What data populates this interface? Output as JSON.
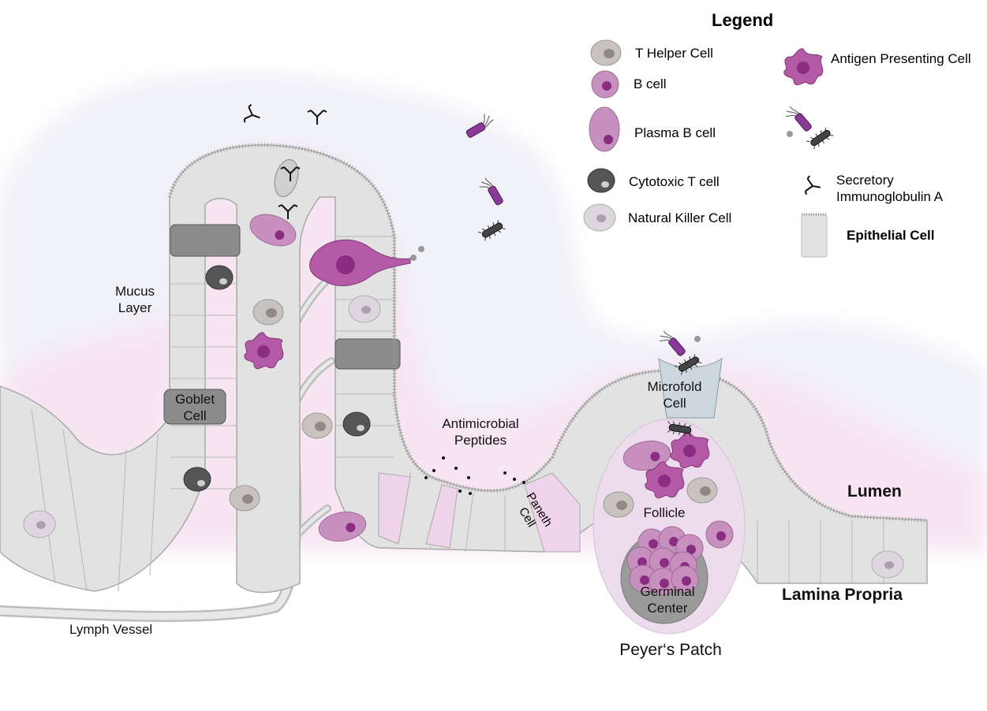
{
  "legend": {
    "title": "Legend",
    "items": [
      {
        "label": "T Helper Cell",
        "icon": "t-helper-cell-icon"
      },
      {
        "label": "B cell",
        "icon": "b-cell-icon"
      },
      {
        "label": "Plasma B cell",
        "icon": "plasma-b-cell-icon"
      },
      {
        "label": "Cytotoxic T cell",
        "icon": "cytotoxic-t-cell-icon"
      },
      {
        "label": "Natural Killer Cell",
        "icon": "natural-killer-cell-icon"
      },
      {
        "label": "Antigen Presenting Cell",
        "icon": "antigen-presenting-cell-icon"
      },
      {
        "label": "",
        "icon": "bacteria-antigen-icon"
      },
      {
        "label": "Secretory Immunoglobulin A",
        "icon": "secretory-iga-icon"
      },
      {
        "label": "Epithelial Cell",
        "icon": "epithelial-cell-icon"
      }
    ]
  },
  "labels": {
    "mucus_line1": "Mucus",
    "mucus_line2": "Layer",
    "goblet_line1": "Goblet",
    "goblet_line2": "Cell",
    "antimicrobial_line1": "Antimicrobial",
    "antimicrobial_line2": "Peptides",
    "paneth_line1": "Paneth",
    "paneth_line2": "Cell",
    "microfold_line1": "Microfold",
    "microfold_line2": "Cell",
    "follicle": "Follicle",
    "germinal_line1": "Germinal",
    "germinal_line2": "Center",
    "peyers_patch": "Peyer‘s Patch",
    "lumen": "Lumen",
    "lamina_propria": "Lamina Propria",
    "lymph_vessel": "Lymph Vessel"
  },
  "colors": {
    "epithelium": "#e2e2e2",
    "epithelium_stroke": "#a9a9a9",
    "goblet": "#8c8c8c",
    "mucus": "#f1f1f8",
    "mucus_pink": "#f7e6f2",
    "apc": "#b45aa6",
    "b_cell": "#c890bf",
    "nucleus": "#8a2d80",
    "cytotoxic": "#5b5b5b",
    "t_helper": "#c8c3bf",
    "nk": "#ddd6de",
    "follicle": "#ecdcee",
    "germinal": "#9a9a9a"
  }
}
